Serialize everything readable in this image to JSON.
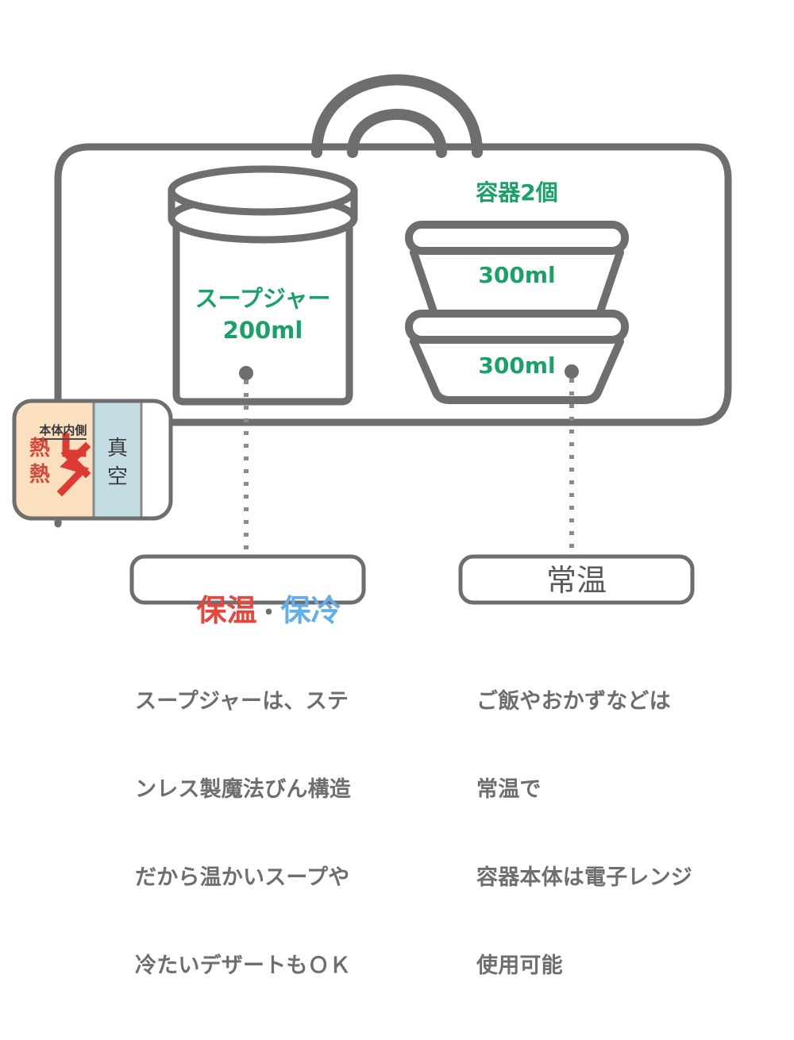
{
  "page": {
    "background": "#ffffff",
    "line_color": "#6E6E6E",
    "accent_green": "#19A265",
    "accent_red": "#E8453C",
    "accent_blue": "#62AEE8",
    "inset_warm_fill": "#FAE0BE",
    "inset_vacuum_fill": "#C4DCE4"
  },
  "bag": {
    "name": "lunch-bag",
    "handle": "arch-handle"
  },
  "jar": {
    "label_line1": "スープジャー",
    "label_line2": "200ml",
    "label_color": "#19A265"
  },
  "containers": {
    "count_label": "容器2個",
    "top_volume": "300ml",
    "bottom_volume": "300ml",
    "label_color": "#19A265"
  },
  "inset": {
    "heading": "本体内側",
    "hot_line1": "熱",
    "hot_line2": "熱",
    "vacuum_line1": "真",
    "vacuum_line2": "空",
    "arrow": "heat-reflection-arrow"
  },
  "callouts": [
    {
      "id": "thermal",
      "box_parts": [
        {
          "text": "保温",
          "color": "#E8453C"
        },
        {
          "text": "・",
          "color": "#6E6E6E"
        },
        {
          "text": "保冷",
          "color": "#62AEE8"
        }
      ],
      "box_text_plain": "保温・保冷",
      "description_lines": [
        "スープジャーは、ステ",
        "ンレス製魔法びん構造",
        "だから温かいスープや",
        "冷たいデザートもＯＫ"
      ]
    },
    {
      "id": "room-temp",
      "box_parts": [
        {
          "text": "常温",
          "color": "#5A5A5A"
        }
      ],
      "box_text_plain": "常温",
      "description_lines": [
        "ご飯やおかずなどは",
        "常温で",
        "容器本体は電子レンジ",
        "使用可能"
      ]
    }
  ]
}
